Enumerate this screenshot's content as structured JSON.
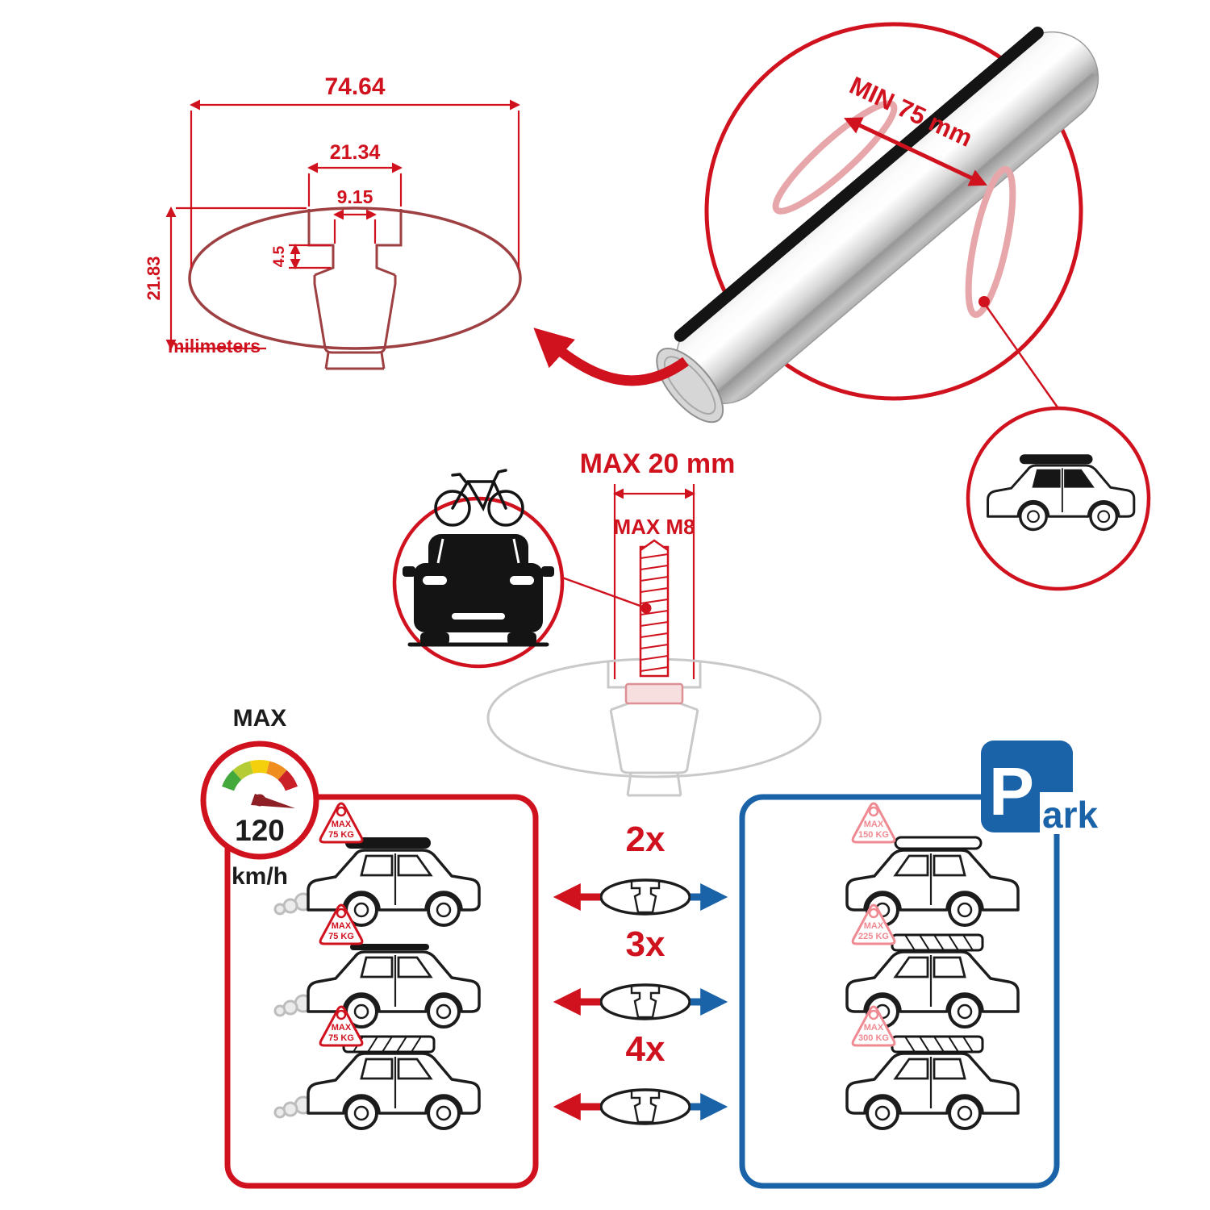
{
  "colors": {
    "accent_red": "#d0121f",
    "section_maroon": "#9e3f42",
    "blue": "#1a63a8",
    "pink_badge": "#ef8a92",
    "strap_pink": "#e7a6aa",
    "ghost_gray": "#c9c9c9",
    "line_black": "#1c1c1c",
    "gauge_segments": [
      "#44a93c",
      "#b5cc34",
      "#f4d00c",
      "#ef8d1f",
      "#ca2128"
    ]
  },
  "cross_section": {
    "width": "74.64",
    "slot_outer": "21.34",
    "slot_inner": "9.15",
    "lip_depth": "4.5",
    "height": "21.83",
    "units": "milimeters"
  },
  "bar_detail": {
    "min_span": "MIN 75 mm"
  },
  "bolt": {
    "max_width": "MAX 20 mm",
    "thread": "MAX M8"
  },
  "speed_limit": {
    "label": "MAX",
    "value": "120",
    "units": "km/h"
  },
  "park_sign": {
    "letter": "P",
    "suffix": "ark"
  },
  "crossbar_options": [
    {
      "qty": "2x",
      "driving_load": {
        "line1": "MAX",
        "line2": "75 KG"
      },
      "parked_load": {
        "line1": "MAX",
        "line2": "150 KG"
      }
    },
    {
      "qty": "3x",
      "driving_load": {
        "line1": "MAX",
        "line2": "75 KG"
      },
      "parked_load": {
        "line1": "MAX",
        "line2": "225 KG"
      }
    },
    {
      "qty": "4x",
      "driving_load": {
        "line1": "MAX",
        "line2": "75 KG"
      },
      "parked_load": {
        "line1": "MAX",
        "line2": "300 KG"
      }
    }
  ]
}
